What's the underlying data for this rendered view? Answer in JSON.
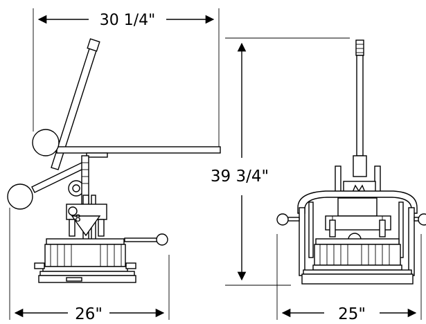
{
  "dimensions": {
    "top_width": "30 1/4\"",
    "height": "39 3/4\"",
    "base_width_side": "26\"",
    "base_width_front": "25\""
  },
  "colors": {
    "line": "#000000",
    "background": "#ffffff"
  },
  "views": {
    "side_view_icon": "press-side-view",
    "front_view_icon": "press-front-view"
  }
}
